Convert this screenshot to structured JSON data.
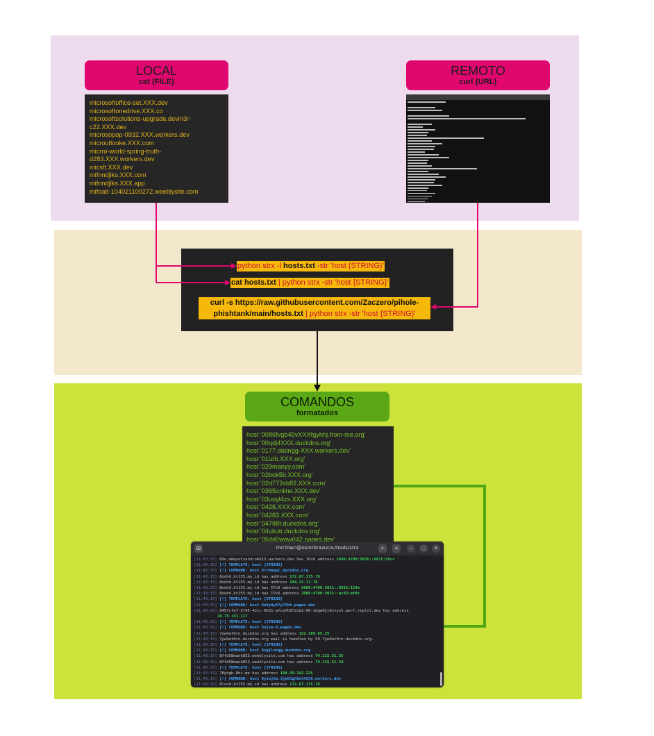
{
  "local": {
    "title": "LOCAL",
    "subtitle": "cat {FILE}",
    "lines": [
      "microsoftoffice-set.XXX.dev",
      "microsoftonedrive.XXX.co",
      "microsoftsolutions-upgrade.devin3r-",
      "c22.XXX.dev",
      "microsopop-0932.XXX.workers.dev",
      "microutlooke.XXX.com",
      "micrro-world-spring-truth-",
      "d283.XXX.workers.dev",
      "micsft.XXX.dev",
      "mifnndjlks.XXX.com",
      "mifnndjlks.XXX.app",
      "mifoatt-104021100272.weeblysite.com"
    ]
  },
  "remote": {
    "title": "REMOTO",
    "subtitle": "curl {URL}"
  },
  "commands": {
    "cmd1": {
      "pre": "python strx -l ",
      "bold": "hosts.txt",
      "post": "  -str 'host {STRING}'"
    },
    "cmd2": {
      "bold": "cat hosts.txt",
      "post": " | python strx -str 'host {STRING}'"
    },
    "cmd3": {
      "bold1": "curl -s https://raw.githubusercontent.com/Zaczero/pihole-",
      "bold2": "phishtank/main/hosts.txt",
      "post": " | python strx -str 'host {STRING}'"
    }
  },
  "output": {
    "title": "COMANDOS",
    "subtitle": "formatados",
    "lines": [
      "host '0086fvgb45vXXXfgyhhj.from-me.org'",
      "host '00qdj4XXX.duckdns.org'",
      "host '0177.datingg-XXX.workers.dev'",
      "host '01izib.XXX.org'",
      "host '029manyy.com'",
      "host '02bok5b.XXX.org'",
      "host '02d772vb82.XXX.com'",
      "host '0365online.XXX.dev'",
      "host '03uoyl4zs.XXX.org'",
      "host '0428.XXX.com'",
      "host '04283.XXX.com'",
      "host '04788t.duckdns.org'",
      "host '04ukutr.duckdns.org'",
      "host '05dd0wgw042.pages.dev'"
    ]
  },
  "terminal": {
    "title": "mrcl0wn@osintbrazuca:/tools/strx",
    "lines": [
      {
        "ts": "[11:43:15]",
        "kind": "txt",
        "text": "89u.mmqvutzahdro6613.workers.dev has IPv6 address ",
        "ip": "2606:4700:3036::6815:58cc"
      },
      {
        "ts": "[11:43:15]",
        "kind": "tpl",
        "text": "[!] TEMPLATE: host {STRING}"
      },
      {
        "ts": "[11:43:15]",
        "kind": "cmd",
        "text": "[!] COMMAND: ",
        "hl": "host 8rchbqwl.duckdns.org"
      },
      {
        "ts": "[11:43:15]",
        "kind": "txt",
        "text": "8oohd.kt155.my.id has address ",
        "ip": "172.67.175.76"
      },
      {
        "ts": "[11:43:15]",
        "kind": "txt",
        "text": "8oohd.kt155.my.id has address ",
        "ip": "104.21.17.78"
      },
      {
        "ts": "[11:43:15]",
        "kind": "txt",
        "text": "8oohd.kt155.my.id has IPv6 address ",
        "ip": "2606:4700:3031::6815:114e"
      },
      {
        "ts": "[11:43:15]",
        "kind": "txt",
        "text": "8oohd.kt155.my.id has IPv6 address ",
        "ip": "2606:4700:3031::ac43:af4c"
      },
      {
        "ts": "[11:43:15]",
        "kind": "tpl",
        "text": "[!] TEMPLATE: host {STRING}"
      },
      {
        "ts": "[11:43:15]",
        "kind": "cmd",
        "text": "[!] COMMAND: ",
        "hl": "host 8u8y8y87y75bt.pages.dev"
      },
      {
        "ts": "[11:43:15]",
        "kind": "txt",
        "text": "8457cfe7-3f45-42cc-9b51-afca7b872cb2-00-1bgw02j8yvyzh.worf.replit.dev has address",
        "ip": ""
      },
      {
        "ts": "",
        "kind": "txt",
        "text": "",
        "ip": "34.75.151.117"
      },
      {
        "ts": "[11:43:15]",
        "kind": "tpl",
        "text": "[!] TEMPLATE: host {STRING}"
      },
      {
        "ts": "[11:43:15]",
        "kind": "cmd",
        "text": "[!] COMMAND: ",
        "hl": "host 8ujoo-4.pages.dev"
      },
      {
        "ts": "[11:43:15]",
        "kind": "txt",
        "text": "7yw9at0rn.duckdns.org has address ",
        "ip": "152.169.65.25"
      },
      {
        "ts": "[11:43:15]",
        "kind": "txt",
        "text": "7yw9at0rn.duckdns.org mail is handled by 50 7yw9at0rn.duckdns.org.",
        "ip": ""
      },
      {
        "ts": "[11:43:15]",
        "kind": "tpl",
        "text": "[!] TEMPLATE: host {STRING}"
      },
      {
        "ts": "[11:43:15]",
        "kind": "cmd",
        "text": "[!] COMMAND: ",
        "hl": "host 8xgjlmcgg.duckdns.org"
      },
      {
        "ts": "[11:43:15]",
        "kind": "txt",
        "text": "8ffd58mank853.weeblysite.com has address ",
        "ip": "74.115.51.55"
      },
      {
        "ts": "[11:43:15]",
        "kind": "txt",
        "text": "8ffd58mank853.weeblysite.com has address ",
        "ip": "74.115.51.54"
      },
      {
        "ts": "[11:43:15]",
        "kind": "tpl",
        "text": "[!] TEMPLATE: host {STRING}"
      },
      {
        "ts": "[11:43:15]",
        "kind": "txt",
        "text": "78yhgb.0hi.me has address ",
        "ip": "199.59.243.225"
      },
      {
        "ts": "[11:43:15]",
        "kind": "cmd",
        "text": "[!] COMMAND: ",
        "hl": "host 8yiujkb.3jp63gh5nt4256.workers.dev"
      },
      {
        "ts": "[11:43:15]",
        "kind": "txt",
        "text": "8lvod.kt155.my.id has address ",
        "ip": "172.67.175.76"
      }
    ]
  }
}
